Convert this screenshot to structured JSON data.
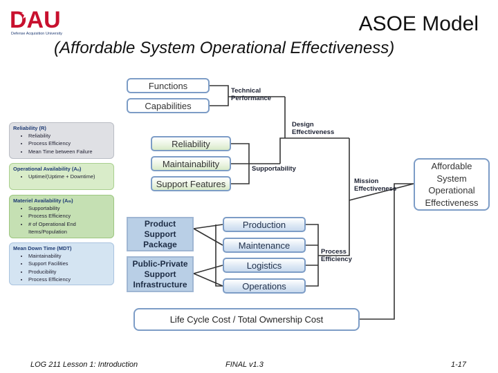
{
  "header": {
    "title": "ASOE Model",
    "subtitle": "(Affordable System Operational Effectiveness)",
    "logo_text": "DAU",
    "logo_caption": "Defense Acquisition University"
  },
  "left_panels": [
    {
      "heading": "Reliability (R)",
      "items": [
        "Reliability",
        "Process Efficiency",
        "Mean Time between Failure"
      ]
    },
    {
      "heading": "Operational Availability (Aₒ)",
      "items": [
        "Uptime/(Uptime + Downtime)"
      ]
    },
    {
      "heading": "Materiel Availability (Aₘ)",
      "items": [
        "Supportability",
        "Process Efficiency",
        "# of Operational End Items/Population"
      ]
    },
    {
      "heading": "Mean Down Time (MDT)",
      "items": [
        "Maintainability",
        "Support Facilities",
        "Producibility",
        "Process Efficiency"
      ]
    }
  ],
  "boxes": {
    "functions": "Functions",
    "capabilities": "Capabilities",
    "reliability": "Reliability",
    "maintainability": "Maintainability",
    "support_features": "Support Features",
    "product_support_package": "Product Support Package",
    "public_private": "Public-Private Support Infrastructure",
    "production": "Production",
    "maintenance": "Maintenance",
    "logistics": "Logistics",
    "operations": "Operations",
    "lcc": "Life Cycle Cost / Total Ownership Cost",
    "asoe": "Affordable System Operational Effectiveness"
  },
  "labels": {
    "technical_performance": "Technical Performance",
    "design_effectiveness": "Design Effectiveness",
    "supportability": "Supportability",
    "mission_effectiveness": "Mission Effectiveness",
    "process_efficiency": "Process Efficiency"
  },
  "footer": {
    "course": "LOG 211 Lesson 1: Introduction",
    "version": "FINAL v1.3",
    "page": "1-17"
  },
  "colors": {
    "logo_red": "#c8102e",
    "logo_blue": "#1f3b73",
    "box_border": "#7c9cc6",
    "line": "#333333"
  }
}
